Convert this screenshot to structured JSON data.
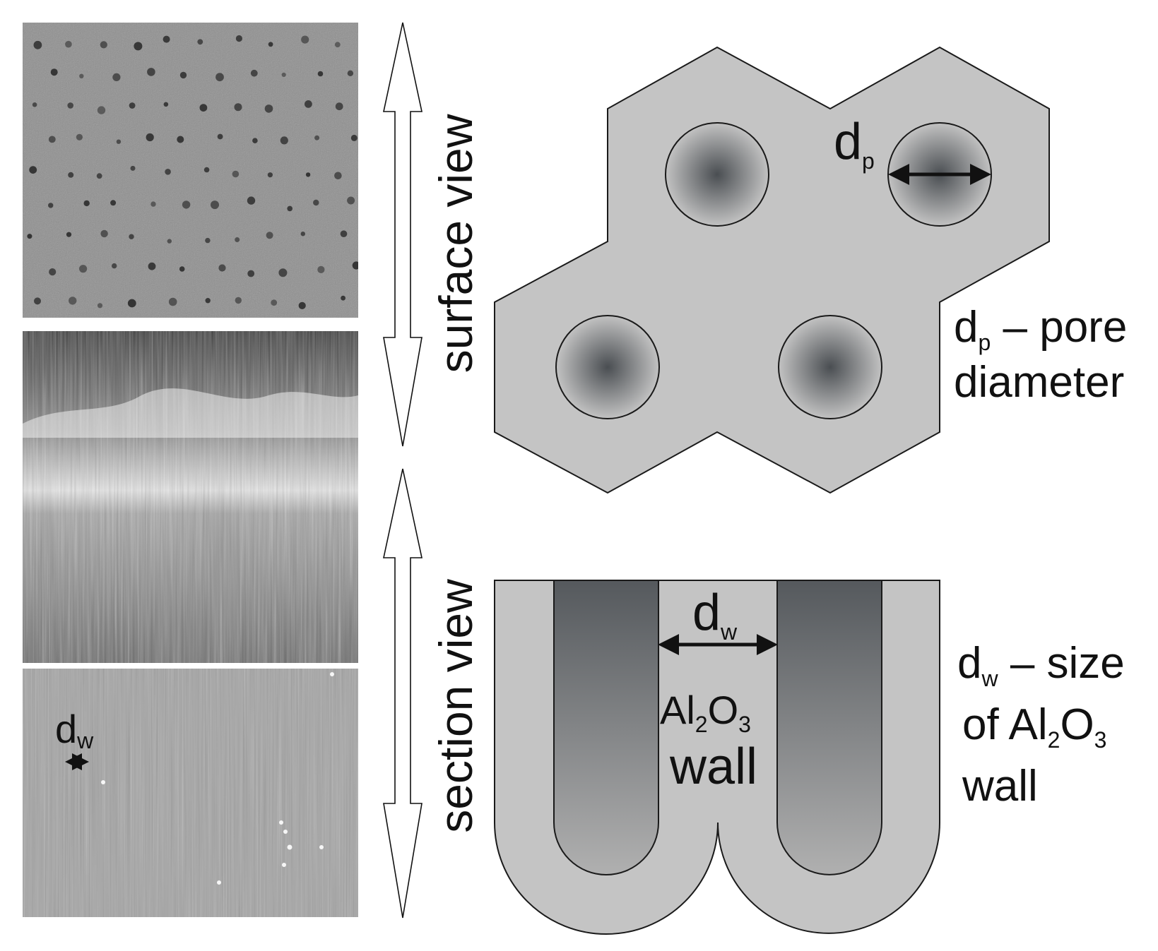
{
  "arrows": {
    "surface_label": "surface view",
    "section_label": "section view"
  },
  "micrographs": {
    "dw_main": "d",
    "dw_sub": "w"
  },
  "surface_diagram": {
    "dp_main": "d",
    "dp_sub": "p",
    "legend": {
      "main": "d",
      "sub": "p",
      "text_1": " – pore",
      "text_2": "diameter"
    }
  },
  "section_diagram": {
    "dw_main": "d",
    "dw_sub": "w",
    "wall_formula": {
      "al": "Al",
      "al_sub": "2",
      "o": "O",
      "o_sub": "3"
    },
    "wall_word": "wall",
    "legend": {
      "main": "d",
      "sub": "w",
      "text_1": " – size",
      "text_2_prefix": "of Al",
      "text_2_sub1": "2",
      "text_2_o": "O",
      "text_2_sub2": "3",
      "text_3": "wall"
    }
  },
  "colors": {
    "alumina": "#c4c4c4",
    "pore_dark": "#4a4e52",
    "outline": "#1a1a1a"
  }
}
